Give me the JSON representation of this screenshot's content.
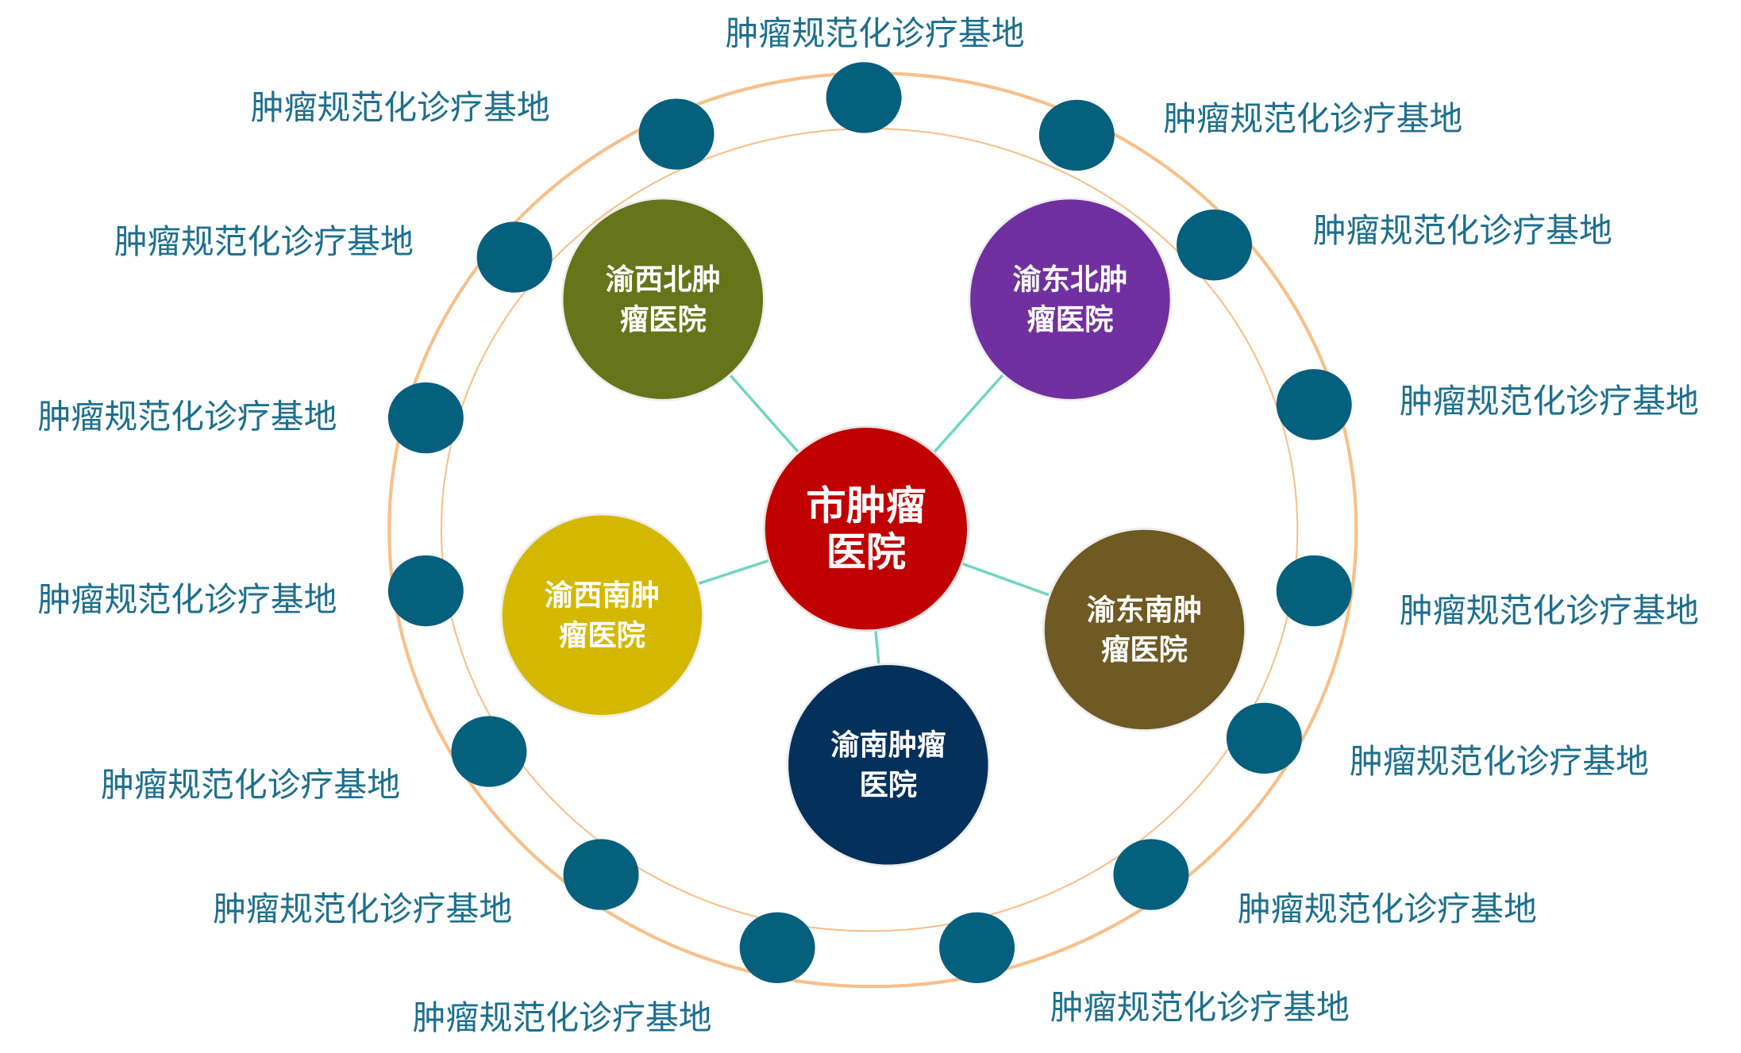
{
  "center": {
    "line1": "市肿瘤",
    "line2": "医院",
    "color": "#c00000"
  },
  "hospitals": [
    {
      "line1": "渝西北肿",
      "line2": "瘤医院",
      "color": "#66741a"
    },
    {
      "line1": "渝东北肿",
      "line2": "瘤医院",
      "color": "#7030a0"
    },
    {
      "line1": "渝西南肿",
      "line2": "瘤医院",
      "color": "#d4b800"
    },
    {
      "line1": "渝东南肿",
      "line2": "瘤医院",
      "color": "#6e5a22"
    },
    {
      "line1": "渝南肿瘤",
      "line2": "医院",
      "color": "#04305c"
    }
  ],
  "bases": [
    "肿瘤规范化诊疗基地",
    "肿瘤规范化诊疗基地",
    "肿瘤规范化诊疗基地",
    "肿瘤规范化诊疗基地",
    "肿瘤规范化诊疗基地",
    "肿瘤规范化诊疗基地",
    "肿瘤规范化诊疗基地",
    "肿瘤规范化诊疗基地",
    "肿瘤规范化诊疗基地",
    "肿瘤规范化诊疗基地",
    "肿瘤规范化诊疗基地",
    "肿瘤规范化诊疗基地",
    "肿瘤规范化诊疗基地",
    "肿瘤规范化诊疗基地",
    "肿瘤规范化诊疗基地"
  ],
  "colors": {
    "ring": "#f7c08a",
    "connector": "#6fd6c0",
    "base_dot": "#05607e",
    "base_label": "#1d6f8e"
  }
}
